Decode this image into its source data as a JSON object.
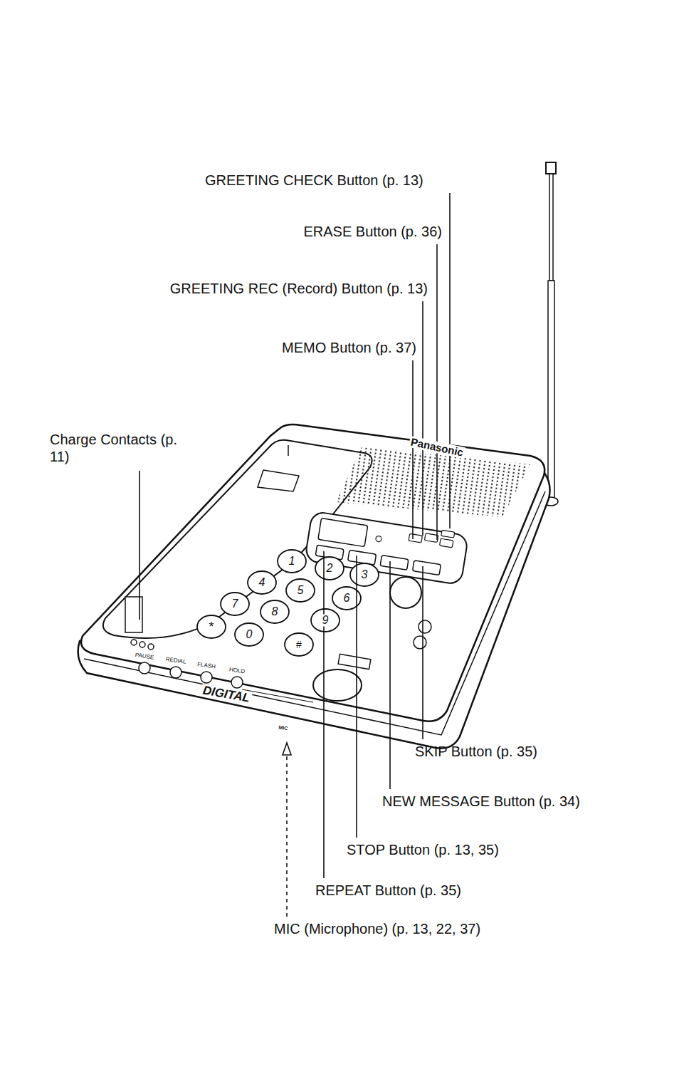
{
  "diagram": {
    "labels": [
      "GREETING CHECK Button (p. 13)",
      "ERASE Button (p. 36)",
      "GREETING REC (Record) Button (p. 13)",
      "MEMO Button (p. 37)",
      "Charge Contacts (p. 11)",
      "SKIP Button (p. 35)",
      "NEW MESSAGE Button (p. 34)",
      "STOP Button (p. 13, 35)",
      "REPEAT Button (p. 35)",
      "MIC (Microphone) (p. 13, 22, 37)",
      "Panasonic",
      "DIGITAL",
      "PAUSE",
      "REDIAL",
      "FLASH",
      "HOLD",
      "1",
      "2",
      "3",
      "4",
      "5",
      "6",
      "7",
      "8",
      "9",
      "*",
      "0",
      "#",
      "MIC"
    ]
  }
}
